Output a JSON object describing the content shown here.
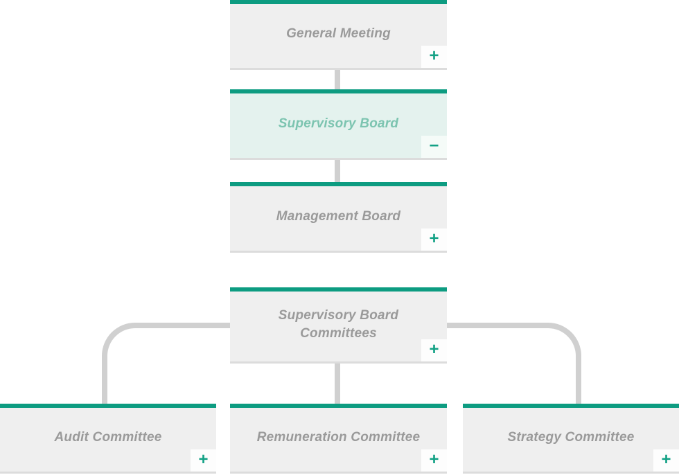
{
  "chart_title": "",
  "colors": {
    "accent_teal": "#0d9c81",
    "active_node_background": "#e4f2ee",
    "active_node_text": "#7cc4b0",
    "node_background": "#efefef",
    "node_bottom_border": "#dcdcdc",
    "node_text": "#9a9a9a",
    "connector_gray": "#d0d0d0",
    "toggle_button_background": "#fdfdfd",
    "toggle_glyph": "#13a185"
  },
  "nodes": [
    {
      "id": "general-meeting",
      "label": "General Meeting",
      "toggle": "+",
      "expanded": false,
      "active": false
    },
    {
      "id": "supervisory-board",
      "label": "Supervisory Board",
      "toggle": "−",
      "expanded": true,
      "active": true
    },
    {
      "id": "management-board",
      "label": "Management Board",
      "toggle": "+",
      "expanded": false,
      "active": false
    },
    {
      "id": "supervisory-board-committees",
      "label": "Supervisory Board Committees",
      "toggle": "+",
      "expanded": false,
      "active": false
    },
    {
      "id": "audit-committee",
      "label": "Audit Committee",
      "toggle": "+",
      "expanded": false,
      "active": false
    },
    {
      "id": "remuneration-committee",
      "label": "Remuneration Committee",
      "toggle": "+",
      "expanded": false,
      "active": false
    },
    {
      "id": "strategy-committee",
      "label": "Strategy Committee",
      "toggle": "+",
      "expanded": false,
      "active": false
    }
  ],
  "edges": [
    {
      "from": "general-meeting",
      "to": "supervisory-board"
    },
    {
      "from": "supervisory-board",
      "to": "management-board"
    },
    {
      "from": "supervisory-board-committees",
      "to": "audit-committee"
    },
    {
      "from": "supervisory-board-committees",
      "to": "remuneration-committee"
    },
    {
      "from": "supervisory-board-committees",
      "to": "strategy-committee"
    }
  ]
}
